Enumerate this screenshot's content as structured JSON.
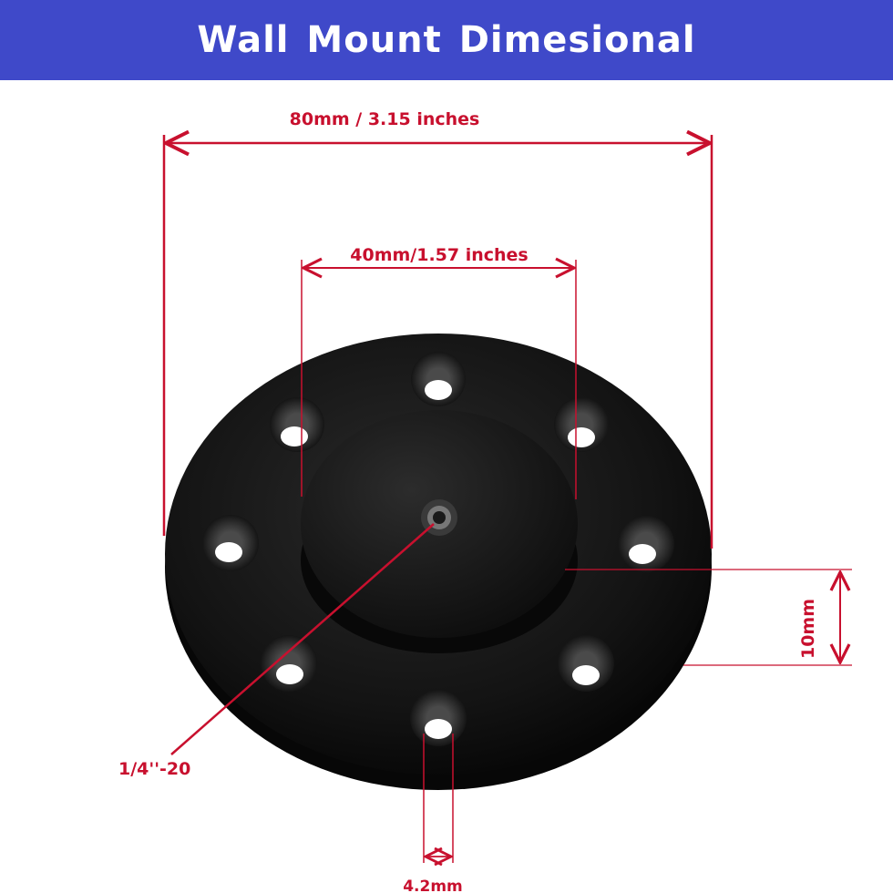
{
  "header": {
    "title": "Wall Mount Dimesional"
  },
  "dimensions": {
    "overall_width": "80mm / 3.15 inches",
    "boss_width": "40mm/1.57 inches",
    "thickness": "10mm",
    "thread": "1/4''-20",
    "hole_diameter": "4.2mm"
  },
  "colors": {
    "banner": "#3f49c9",
    "dimension_line": "#c8102e",
    "plate": "#111111"
  }
}
